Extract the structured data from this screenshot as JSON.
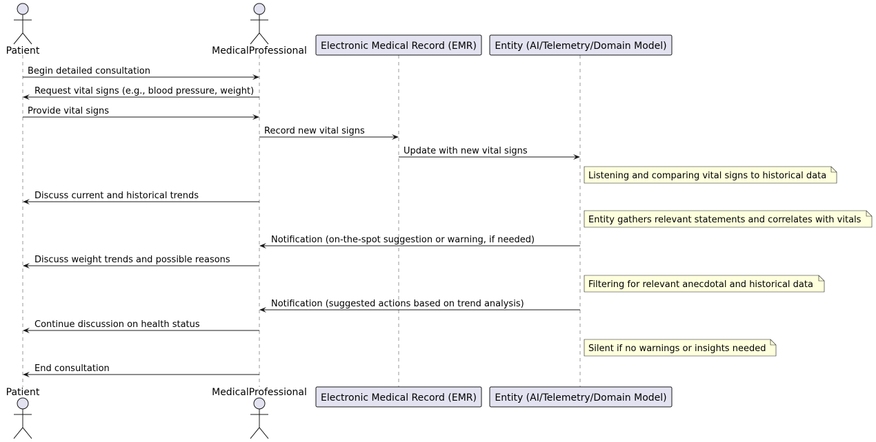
{
  "diagram": {
    "participants": [
      {
        "id": "patient",
        "kind": "actor",
        "label": "Patient"
      },
      {
        "id": "medpro",
        "kind": "actor",
        "label": "MedicalProfessional"
      },
      {
        "id": "emr",
        "kind": "box",
        "label": "Electronic Medical Record (EMR)"
      },
      {
        "id": "entity",
        "kind": "box",
        "label": "Entity (AI/Telemetry/Domain Model)"
      }
    ],
    "steps": [
      {
        "type": "message",
        "from": "patient",
        "to": "medpro",
        "label": "Begin detailed consultation"
      },
      {
        "type": "message",
        "from": "medpro",
        "to": "patient",
        "label": "Request vital signs (e.g., blood pressure, weight)"
      },
      {
        "type": "message",
        "from": "patient",
        "to": "medpro",
        "label": "Provide vital signs"
      },
      {
        "type": "message",
        "from": "medpro",
        "to": "emr",
        "label": "Record new vital signs"
      },
      {
        "type": "message",
        "from": "emr",
        "to": "entity",
        "label": "Update with new vital signs"
      },
      {
        "type": "note",
        "over": "entity",
        "label": "Listening and comparing vital signs to historical data"
      },
      {
        "type": "message",
        "from": "medpro",
        "to": "patient",
        "label": "Discuss current and historical trends"
      },
      {
        "type": "note",
        "over": "entity",
        "label": "Entity gathers relevant statements and correlates with vitals"
      },
      {
        "type": "message",
        "from": "entity",
        "to": "medpro",
        "label": "Notification (on-the-spot suggestion or warning, if needed)"
      },
      {
        "type": "message",
        "from": "medpro",
        "to": "patient",
        "label": "Discuss weight trends and possible reasons"
      },
      {
        "type": "note",
        "over": "entity",
        "label": "Filtering for relevant anecdotal and historical data"
      },
      {
        "type": "message",
        "from": "entity",
        "to": "medpro",
        "label": "Notification (suggested actions based on trend analysis)"
      },
      {
        "type": "message",
        "from": "medpro",
        "to": "patient",
        "label": "Continue discussion on health status"
      },
      {
        "type": "note",
        "over": "entity",
        "label": "Silent if no warnings or insights needed"
      },
      {
        "type": "message",
        "from": "medpro",
        "to": "patient",
        "label": "End consultation"
      }
    ]
  }
}
